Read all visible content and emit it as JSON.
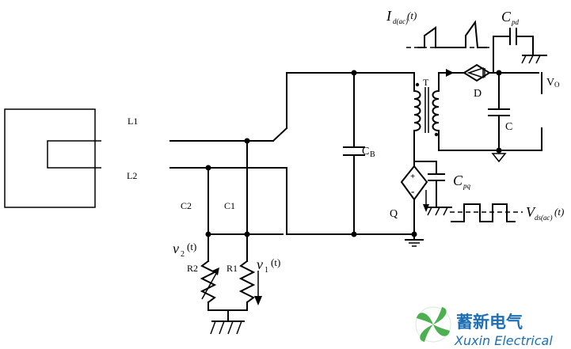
{
  "labels": {
    "l1": "L1",
    "l2": "L2",
    "c2": "C2",
    "c1": "C1",
    "r2": "R2",
    "r1": "R1",
    "v2": "v",
    "v2_sub": "2",
    "v2_t": "(t)",
    "v1": "v",
    "v1_sub": "1",
    "v1_t": "(t)",
    "cb": "C",
    "cb_sub": "B",
    "t": "T",
    "d": "D",
    "vo": "V",
    "vo_sub": "O",
    "c": "C",
    "q": "Q",
    "cpd": "C",
    "cpd_sub": "pd",
    "cpq": "C",
    "cpq_sub": "pq",
    "id": "I",
    "id_sub": "d(ac)",
    "id_t": "(t)",
    "vds": "V",
    "vds_sub": "ds(ac)",
    "vds_t": "(t)",
    "plus": "+",
    "minus": "-"
  },
  "watermark": {
    "cn": "蓄新电气",
    "en": "Xuxin Electrical",
    "color": "#1f6fb5",
    "leaf_color": "#4caf50"
  }
}
